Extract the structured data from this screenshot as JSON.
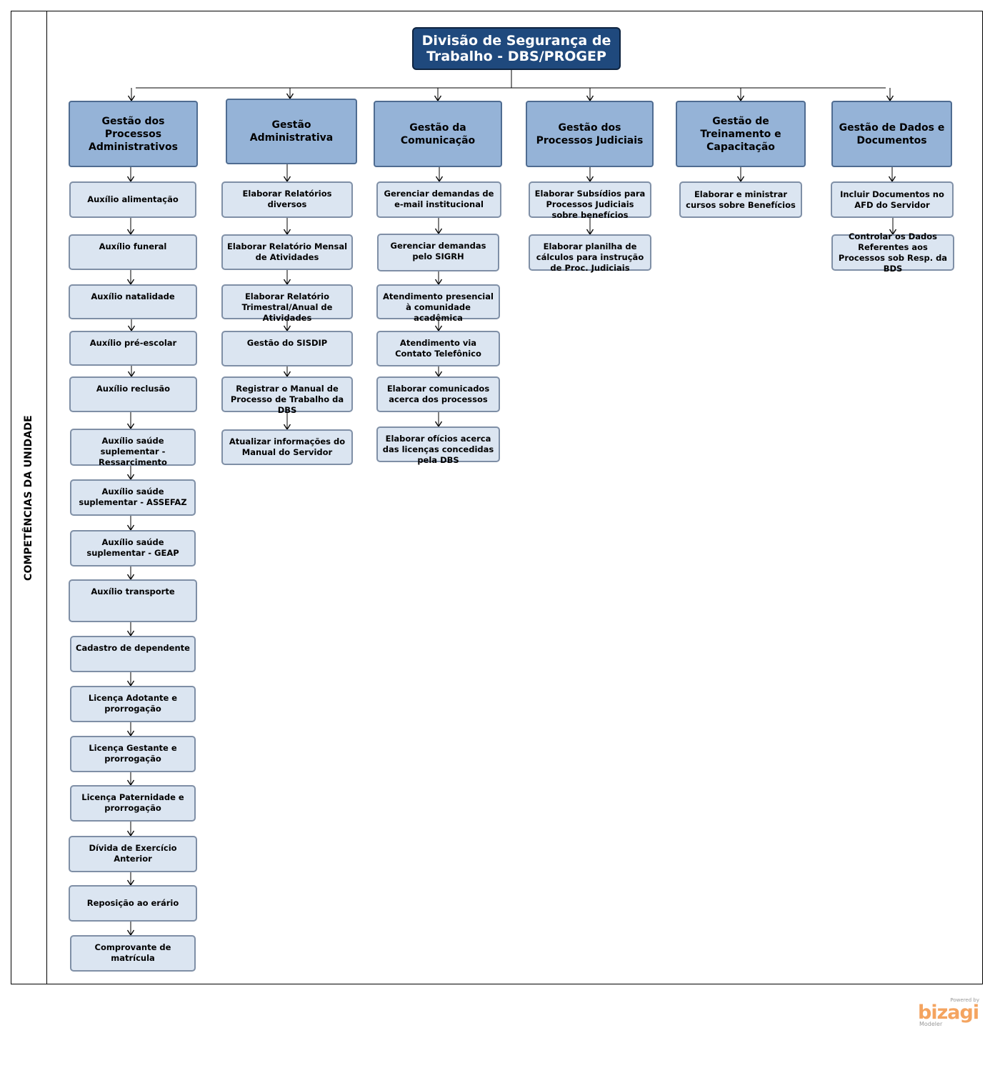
{
  "lane_label": "COMPETÊNCIAS DA UNIDADE",
  "root": "Divisão de Segurança de Trabalho - DBS/PROGEP",
  "columns": [
    {
      "title": "Gestão dos Processos Administrativos",
      "items": [
        "Auxílio alimentação",
        "Auxílio funeral",
        "Auxílio natalidade",
        "Auxílio pré-escolar",
        "Auxílio  reclusão",
        "Auxílio saúde suplementar - Ressarcimento",
        "Auxílio saúde suplementar - ASSEFAZ",
        "Auxílio saúde suplementar - GEAP",
        "Auxílio  transporte",
        "Cadastro de dependente",
        "Licença Adotante e prorrogação",
        "Licença Gestante e prorrogação",
        "Licença Paternidade e prorrogação",
        "Dívida de Exercício Anterior",
        "Reposição ao erário",
        "Comprovante de matrícula"
      ]
    },
    {
      "title": "Gestão Administrativa",
      "items": [
        "Elaborar Relatórios diversos",
        "Elaborar Relatório Mensal de Atividades",
        "Elaborar Relatório Trimestral/Anual de Atividades",
        "Gestão do SISDIP",
        "Registrar o Manual de Processo de Trabalho da DBS",
        "Atualizar informações do Manual do Servidor"
      ]
    },
    {
      "title": "Gestão da Comunicação",
      "items": [
        "Gerenciar demandas de e-mail institucional",
        "Gerenciar demandas pelo SIGRH",
        "Atendimento presencial à comunidade acadêmica",
        "Atendimento via Contato Telefônico",
        "Elaborar comunicados acerca dos processos",
        "Elaborar ofícios acerca das licenças concedidas pela DBS"
      ]
    },
    {
      "title": "Gestão dos Processos Judiciais",
      "items": [
        "Elaborar Subsídios para Processos Judiciais sobre benefícios",
        "Elaborar planilha de cálculos para instrução de Proc. Judiciais"
      ]
    },
    {
      "title": "Gestão de Treinamento e Capacitação",
      "items": [
        "Elaborar e ministrar cursos sobre Benefícios"
      ]
    },
    {
      "title": "Gestão de Dados e Documentos",
      "items": [
        "Incluir Documentos no AFD do Servidor",
        "Controlar os Dados Referentes aos Processos sob Resp. da BDS"
      ]
    }
  ],
  "watermark": {
    "powered": "Powered by",
    "brand": "bizagi",
    "product": "Modeler"
  }
}
